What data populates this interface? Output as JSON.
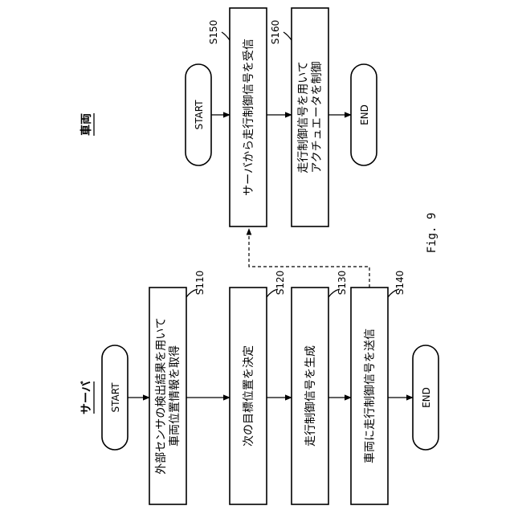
{
  "headers": {
    "server": "サーバ",
    "vehicle": "車両"
  },
  "figure_label": "Fig. 9",
  "server_flow": {
    "start": "START",
    "end": "END",
    "steps": [
      {
        "id": "S110",
        "line1": "外部センサの検出結果を用いて",
        "line2": "車両位置情報を取得"
      },
      {
        "id": "S120",
        "line1": "次の目標位置を決定",
        "line2": ""
      },
      {
        "id": "S130",
        "line1": "走行制御信号を生成",
        "line2": ""
      },
      {
        "id": "S140",
        "line1": "車両に走行制御信号を送信",
        "line2": ""
      }
    ]
  },
  "vehicle_flow": {
    "start": "START",
    "end": "END",
    "steps": [
      {
        "id": "S150",
        "line1": "サーバから走行制御信号を受信",
        "line2": ""
      },
      {
        "id": "S160",
        "line1": "走行制御信号を用いて",
        "line2": "アクチュエータを制御"
      }
    ]
  }
}
